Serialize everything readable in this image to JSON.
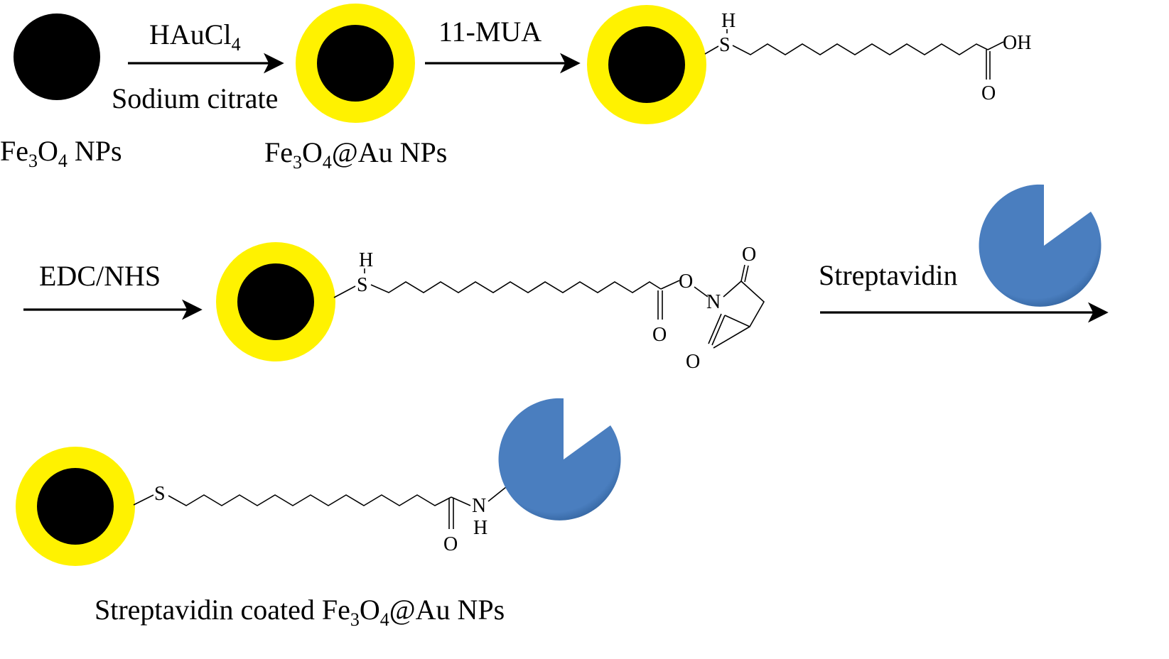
{
  "colors": {
    "core": "#000000",
    "gold_shell": "#fff200",
    "streptavidin": "#4a7ebf",
    "streptavidin_dark": "#2f5f99",
    "line": "#000000"
  },
  "shapes": {
    "core": "black-core-nanoparticle",
    "shell": "gold-shell",
    "protein": "streptavidin-pacman-shape"
  },
  "labels": {
    "fe3o4": {
      "base1": "Fe",
      "sub1": "3",
      "base2": "O",
      "sub2": "4",
      "tail": " NPs"
    },
    "fe3o4_au": {
      "base1": "Fe",
      "sub1": "3",
      "base2": "O",
      "sub2": "4",
      "tail": "@Au NPs"
    },
    "final": {
      "prefix": "Streptavidin coated Fe",
      "sub1": "3",
      "base2": "O",
      "sub2": "4",
      "tail": "@Au NPs"
    }
  },
  "reagents": {
    "step1_top": {
      "base": "HAuCl",
      "sub": "4"
    },
    "step1_bottom": "Sodium citrate",
    "step2": "11-MUA",
    "step3": "EDC/NHS",
    "step4": "Streptavidin"
  },
  "atoms": {
    "S": "S",
    "H": "H",
    "O": "O",
    "OH": "OH",
    "N": "N"
  }
}
